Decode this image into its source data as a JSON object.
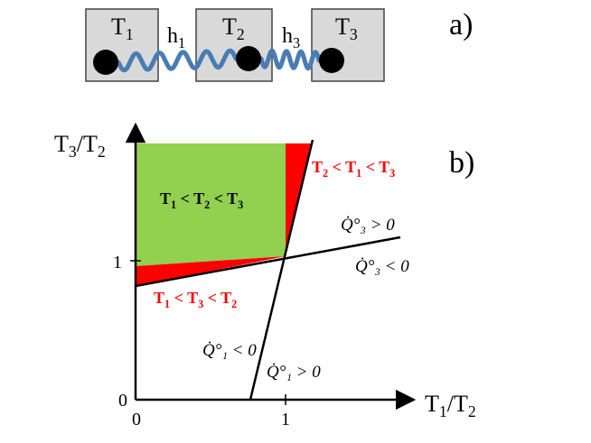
{
  "panel_a": {
    "label": "a)",
    "boxes": [
      {
        "label": "T",
        "sub": "1"
      },
      {
        "label": "T",
        "sub": "2"
      },
      {
        "label": "T",
        "sub": "3"
      }
    ],
    "springs": [
      {
        "label": "h",
        "sub": "1"
      },
      {
        "label": "h",
        "sub": "3"
      }
    ],
    "colors": {
      "box": "#d9d9d9",
      "spring": "#4a7cb4",
      "ball": "#000000"
    }
  },
  "panel_b": {
    "label": "b)",
    "y_axis": {
      "label": "T",
      "sub": "3",
      "rest": "/T",
      "sub2": "2"
    },
    "x_axis": {
      "label": "T",
      "sub": "1",
      "rest": "/T",
      "sub2": "2"
    },
    "ticks": {
      "origin_y": "0",
      "origin_x": "0",
      "x_one": "1",
      "y_one": "1"
    },
    "regions": {
      "green": {
        "text": [
          "T",
          "1",
          " < T",
          "2",
          " < T",
          "3"
        ],
        "color": "#92d050"
      },
      "red_top": {
        "text": [
          "T",
          "2",
          " < T",
          "1",
          " < T",
          "3"
        ],
        "color": "#ff0000"
      },
      "red_bottom": {
        "text": [
          "T",
          "1",
          " < T",
          "3",
          " < T",
          "2"
        ],
        "color": "#ff0000"
      }
    },
    "lines": {
      "q3_pos": "Q̇°₃ > 0",
      "q3_neg": "Q̇°₃ < 0",
      "q1_neg": "Q̇°₁ < 0",
      "q1_pos": "Q̇°₁ > 0"
    }
  }
}
